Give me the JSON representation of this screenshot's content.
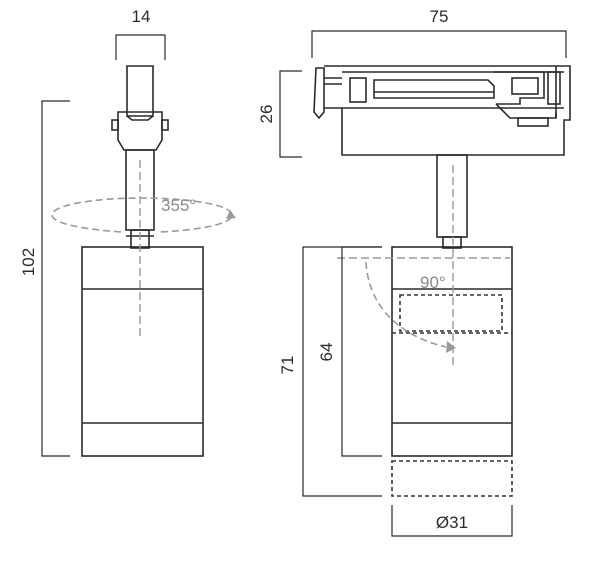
{
  "dimensions": {
    "head_width": "14",
    "track_width": "75",
    "adapter_height": "26",
    "overall_height": "102",
    "body_height_extended": "71",
    "body_height": "64",
    "diameter": "Ø31"
  },
  "angles": {
    "rotation": "355°",
    "tilt": "90°"
  },
  "colors": {
    "line": "#2b2b2b",
    "guide": "#9a9a9a"
  }
}
